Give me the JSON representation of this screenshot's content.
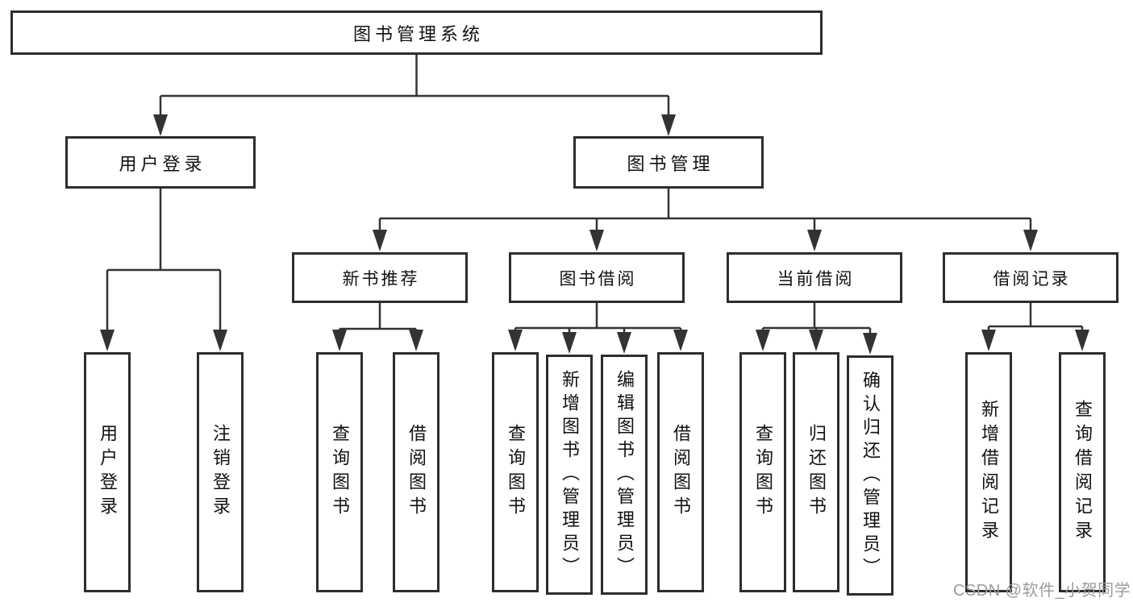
{
  "watermark": "CSDN @软件_小贺同学",
  "colors": {
    "line": "#333333",
    "box_border": "#2d2d2d",
    "box_background": "#ffffff",
    "text": "#111111",
    "watermark_text": "#9c9c9c"
  },
  "tree": {
    "root": "图书管理系统",
    "branches": [
      {
        "label": "用户登录",
        "children": [
          {
            "label": "用户登录"
          },
          {
            "label": "注销登录"
          }
        ]
      },
      {
        "label": "图书管理",
        "children": [
          {
            "label": "新书推荐",
            "children": [
              {
                "label": "查询图书"
              },
              {
                "label": "借阅图书"
              }
            ]
          },
          {
            "label": "图书借阅",
            "children": [
              {
                "label": "查询图书"
              },
              {
                "label": "新增图书（管理员）"
              },
              {
                "label": "编辑图书（管理员）"
              },
              {
                "label": "借阅图书"
              }
            ]
          },
          {
            "label": "当前借阅",
            "children": [
              {
                "label": "查询图书"
              },
              {
                "label": "归还图书"
              },
              {
                "label": "确认归还（管理员）"
              }
            ]
          },
          {
            "label": "借阅记录",
            "children": [
              {
                "label": "新增借阅记录"
              },
              {
                "label": "查询借阅记录"
              }
            ]
          }
        ]
      }
    ]
  }
}
